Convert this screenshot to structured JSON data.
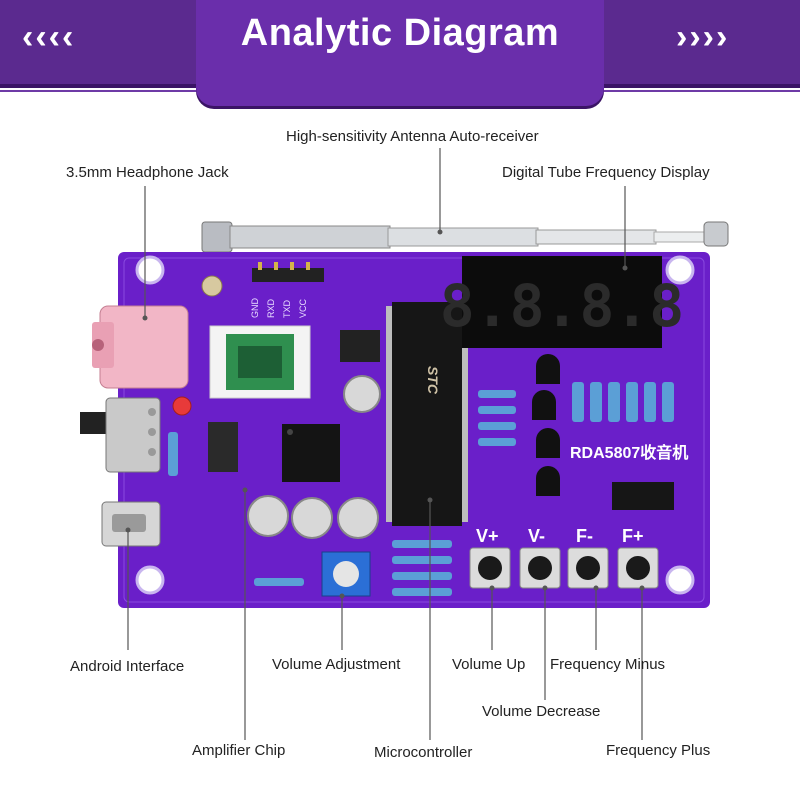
{
  "header": {
    "title": "Analytic Diagram",
    "chevrons_left": "‹‹‹‹",
    "chevrons_right": "››››",
    "accent_color": "#5b2a8f"
  },
  "labels": {
    "antenna": "High-sensitivity Antenna Auto-receiver",
    "headphone": "3.5mm Headphone Jack",
    "display": "Digital Tube Frequency Display",
    "android": "Android Interface",
    "volume_adjustment": "Volume Adjustment",
    "volume_up": "Volume Up",
    "frequency_minus": "Frequency Minus",
    "volume_decrease": "Volume Decrease",
    "amplifier": "Amplifier Chip",
    "microcontroller": "Microcontroller",
    "frequency_plus": "Frequency Plus"
  },
  "board": {
    "color": "#6a1fc9",
    "chip_label": "STC",
    "rda_label": "RDA5807收音机",
    "button_labels": [
      "V+",
      "V-",
      "F-",
      "F+"
    ],
    "header_pins": [
      "GND",
      "RXD",
      "TXD",
      "VCC"
    ],
    "display_digits": "8.8.8.8"
  }
}
